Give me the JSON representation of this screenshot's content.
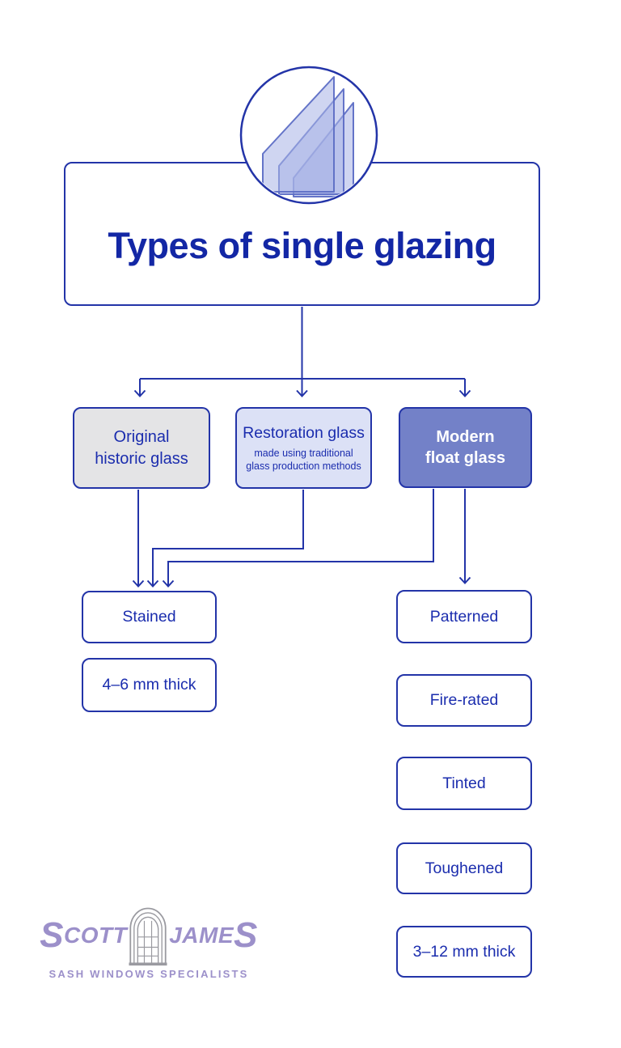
{
  "title": "Types of single glazing",
  "categories": [
    {
      "label": "Original\nhistoric glass"
    },
    {
      "label": "Restoration glass",
      "subtitle": "made using traditional glass production methods"
    },
    {
      "label": "Modern\nfloat glass"
    }
  ],
  "left_column": [
    "Stained",
    "4–6 mm thick"
  ],
  "right_column": [
    "Patterned",
    "Fire-rated",
    "Tinted",
    "Toughened",
    "3–12 mm thick"
  ],
  "logo": {
    "brand_s1": "S",
    "brand_mid1": "COTT",
    "brand_mid2": "JAME",
    "brand_s2": "S",
    "tagline": "SASH WINDOWS SPECIALISTS"
  },
  "icons": {
    "header": "glass-panes-icon",
    "logo": "sash-window-icon"
  },
  "colors": {
    "line_blue": "#2334a8",
    "text_blue": "#1b2dae",
    "title_blue": "#1327a5",
    "original_fill": "#e4e4e6",
    "restoration_fill": "#dce1f6",
    "modern_fill": "#7381c8",
    "glass_pane_fill": "#a7b3e5",
    "logo_purple": "#9c90ca",
    "window_gray": "#9a9aa0"
  }
}
